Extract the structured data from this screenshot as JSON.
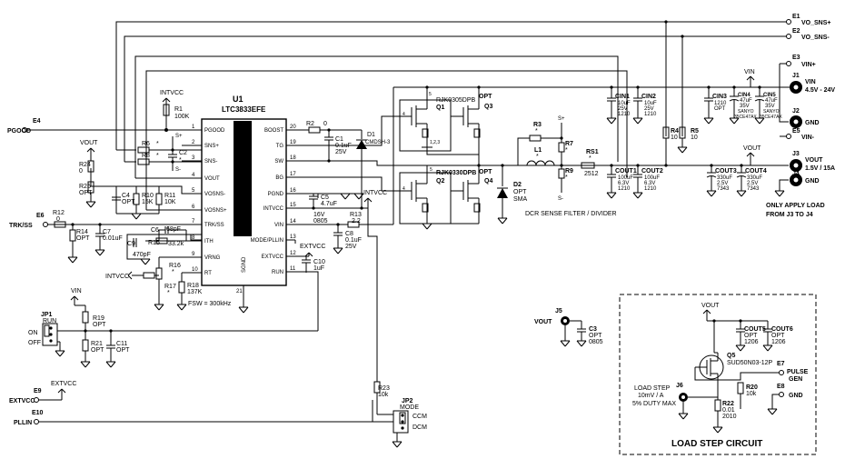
{
  "ic": {
    "ref": "U1",
    "part": "LTC3833EFE",
    "pins_left": [
      {
        "n": "1",
        "name": "PGOOD"
      },
      {
        "n": "2",
        "name": "SNS+"
      },
      {
        "n": "3",
        "name": "SNS-"
      },
      {
        "n": "4",
        "name": "VOUT"
      },
      {
        "n": "5",
        "name": "VOSNS-"
      },
      {
        "n": "6",
        "name": "VOSNS+"
      },
      {
        "n": "7",
        "name": "TRK/SS"
      },
      {
        "n": "8",
        "name": "ITH"
      },
      {
        "n": "9",
        "name": "VRNG"
      },
      {
        "n": "10",
        "name": "RT"
      }
    ],
    "pins_right": [
      {
        "n": "20",
        "name": "BOOST"
      },
      {
        "n": "19",
        "name": "TG"
      },
      {
        "n": "18",
        "name": "SW"
      },
      {
        "n": "17",
        "name": "BG"
      },
      {
        "n": "16",
        "name": "PGND"
      },
      {
        "n": "15",
        "name": "INTVCC"
      },
      {
        "n": "14",
        "name": "VIN"
      },
      {
        "n": "13",
        "name": "MODE/PLLIN"
      },
      {
        "n": "12",
        "name": "EXTVCC"
      },
      {
        "n": "11",
        "name": "RUN"
      }
    ],
    "gnd_pin": "SGND",
    "gnd_num": "21"
  },
  "terminals": {
    "E1": "VO_SNS+",
    "E2": "VO_SNS-",
    "E3": "VIN+",
    "J1": "VIN",
    "J1_desc": "4.5V - 24V",
    "J2": "GND",
    "E5": "VIN-",
    "J3": "VOUT",
    "J3_desc": "1.5V / 15A",
    "J4": "GND",
    "E4": "PGOOD",
    "E6": "TRK/SS",
    "E7": "PULSE",
    "E7b": "GEN",
    "E8": "GND",
    "E9": "EXTVCC",
    "E10": "PLLIN",
    "J5": "VOUT",
    "J6": ""
  },
  "labels": {
    "intvcc": "INTVCC",
    "vout": "VOUT",
    "vin": "VIN",
    "extvcc": "EXTVCC",
    "fsw": "FSW = 300kHz",
    "dcr": "DCR SENSE FILTER / DIVIDER",
    "load_note1": "ONLY APPLY LOAD",
    "load_note2": "FROM J3 TO J4",
    "load_step_title": "LOAD STEP CIRCUIT",
    "ls1": "LOAD STEP",
    "ls2": "10mV / A",
    "ls3": "5% DUTY MAX",
    "on": "ON",
    "off": "OFF",
    "ccm": "CCM",
    "dcm": "DCM",
    "s_plus": "S+",
    "s_minus": "S-"
  },
  "parts": {
    "R1": [
      "R1",
      "100K"
    ],
    "R2": [
      "R2",
      "0"
    ],
    "C1": [
      "C1",
      "0.1uF",
      "25V"
    ],
    "D1": [
      "D1",
      "CMDSH-3"
    ],
    "R6": [
      "R6",
      "*"
    ],
    "R8": [
      "R8",
      "*"
    ],
    "C2": [
      "C2",
      "*"
    ],
    "R24": [
      "R24",
      "0"
    ],
    "R25": [
      "R25",
      "OPT"
    ],
    "C4": [
      "C4",
      "OPT"
    ],
    "R10": [
      "R10",
      "15K"
    ],
    "R11": [
      "R11",
      "10K"
    ],
    "R12": [
      "R12",
      "0"
    ],
    "R14": [
      "R14",
      "OPT"
    ],
    "C7": [
      "C7",
      "0.01uF"
    ],
    "C6": [
      "C6",
      "68pF"
    ],
    "R15": [
      "R15",
      "33.2k"
    ],
    "C9": [
      "C9",
      "470pF"
    ],
    "R16": [
      "R16",
      "*"
    ],
    "R17": [
      "R17",
      "*"
    ],
    "R18": [
      "R18",
      "137K"
    ],
    "C5": [
      "C5",
      "4.7uF",
      "16V",
      "0805"
    ],
    "R13": [
      "R13",
      "2.2"
    ],
    "C8": [
      "C8",
      "0.1uF",
      "25V"
    ],
    "C10": [
      "C10",
      "1uF"
    ],
    "R23": [
      "R23",
      "10k"
    ],
    "JP2": [
      "JP2",
      "MODE"
    ],
    "JP1": [
      "JP1",
      "RUN"
    ],
    "R19": [
      "R19",
      "OPT"
    ],
    "R21": [
      "R21",
      "OPT"
    ],
    "C11": [
      "C11",
      "OPT"
    ],
    "Q1": [
      "Q1",
      "RJK0305DPB"
    ],
    "Q3": [
      "Q3",
      "OPT"
    ],
    "Q2": [
      "Q2",
      "RJK0330DPB"
    ],
    "Q4": [
      "Q4",
      "OPT"
    ],
    "D2": [
      "D2",
      "OPT",
      "SMA"
    ],
    "R3": [
      "R3",
      "*"
    ],
    "L1": [
      "L1",
      "*"
    ],
    "R7": [
      "R7",
      "*"
    ],
    "R9": [
      "R9",
      "*"
    ],
    "RS1": [
      "RS1",
      "*",
      "2512"
    ],
    "CIN1": [
      "CIN1",
      "10uF",
      "25V",
      "1210"
    ],
    "CIN2": [
      "CIN2",
      "10uF",
      "25V",
      "1210"
    ],
    "R4": [
      "R4",
      "10"
    ],
    "R5": [
      "R5",
      "10"
    ],
    "CIN3": [
      "CIN3",
      "1210",
      "OPT"
    ],
    "CIN4": [
      "CIN4",
      "47uF",
      "35V",
      "SANYO",
      "35CE47AX"
    ],
    "CIN5": [
      "CIN5",
      "47uF",
      "35V",
      "SANYO",
      "35CE47AX"
    ],
    "COUT1": [
      "COUT1",
      "100uF",
      "6.3V",
      "1210"
    ],
    "COUT2": [
      "COUT2",
      "100uF",
      "6.3V",
      "1210"
    ],
    "COUT3": [
      "COUT3",
      "330uF",
      "2.5V",
      "7343"
    ],
    "COUT4": [
      "COUT4",
      "330uF",
      "2.5V",
      "7343"
    ],
    "C3": [
      "C3",
      "OPT",
      "0805"
    ],
    "COUT5": [
      "COUT5",
      "OPT",
      "1206"
    ],
    "COUT6": [
      "COUT6",
      "OPT",
      "1206"
    ],
    "Q5": [
      "Q5",
      "SUD50N03-12P"
    ],
    "R20": [
      "R20",
      "10k"
    ],
    "R22": [
      "R22",
      "0.01",
      "2010"
    ]
  },
  "pin_nums": {
    "q_g": "4",
    "q_d": "5",
    "q_s": "1,2,3"
  }
}
